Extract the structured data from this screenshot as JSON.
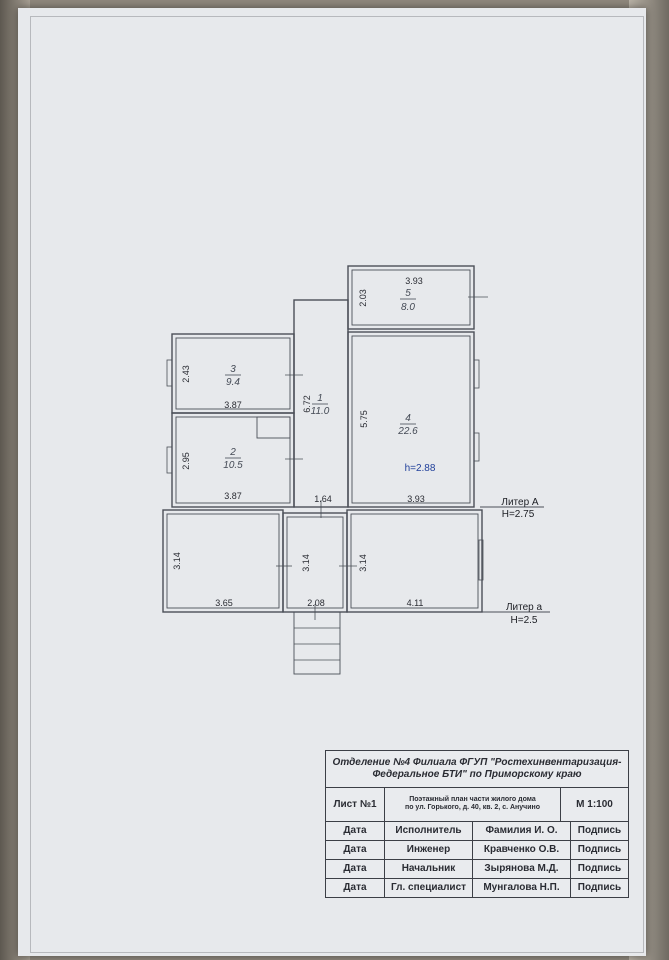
{
  "plan": {
    "rooms": [
      {
        "num": "1",
        "area": "11.0"
      },
      {
        "num": "2",
        "area": "10.5"
      },
      {
        "num": "3",
        "area": "9.4"
      },
      {
        "num": "4",
        "area": "22.6"
      },
      {
        "num": "5",
        "area": "8.0"
      }
    ],
    "dimensions": [
      "3.93",
      "2.03",
      "2.43",
      "3.87",
      "6.72",
      "5.75",
      "2.95",
      "3.87",
      "1.64",
      "3.93",
      "3.14",
      "3.14",
      "3.14",
      "3.65",
      "2.08",
      "4.11"
    ],
    "height_mark": "h=2.88",
    "liter_a_upper": "Литер А",
    "liter_a_upper_h": "H=2.75",
    "liter_a_lower": "Литер а",
    "liter_a_lower_h": "H=2.5"
  },
  "stamp": {
    "org_line1": "Отделение №4 Филиала ФГУП \"Ростехинвентаризация-",
    "org_line2": "Федеральное  БТИ\" по Приморскому краю",
    "sheet": "Лист №1",
    "desc_line1": "Поэтажный план  части жилого дома",
    "desc_line2": "по ул. Горького, д. 40, кв. 2, с. Анучино",
    "scale": "М 1:100",
    "rows": [
      {
        "date": "Дата",
        "role": "Исполнитель",
        "name": "Фамилия И. О.",
        "sign": "Подпись"
      },
      {
        "date": "Дата",
        "role": "Инженер",
        "name": "Кравченко О.В.",
        "sign": "Подпись"
      },
      {
        "date": "Дата",
        "role": "Начальник",
        "name": "Зырянова М.Д.",
        "sign": "Подпись"
      },
      {
        "date": "Дата",
        "role": "Гл. специалист",
        "name": "Мунгалова Н.П.",
        "sign": "Подпись"
      }
    ]
  }
}
